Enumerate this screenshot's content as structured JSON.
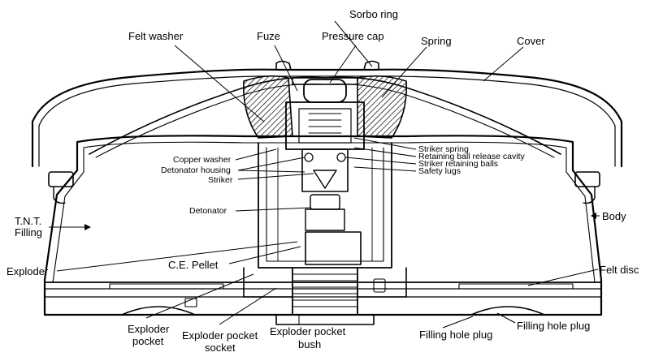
{
  "diagram": {
    "labels": {
      "sorbo_ring": "Sorbo ring",
      "felt_washer": "Felt washer",
      "fuze": "Fuze",
      "pressure_cap": "Pressure cap",
      "spring": "Spring",
      "cover": "Cover",
      "copper_washer": "Copper washer",
      "detonator_housing": "Detonator housing",
      "striker": "Striker",
      "striker_spring": "Striker spring",
      "retaining_ball_release_cavity": "Retaining ball release cavity",
      "striker_retaining_balls": "Striker retaining balls",
      "safety_lugs": "Safety lugs",
      "detonator": "Detonator",
      "tnt_filling_line1": "T.N.T.",
      "tnt_filling_line2": "Filling",
      "body": "Body",
      "ce_pellet": "C.E. Pellet",
      "exploder": "Exploder",
      "felt_disc": "Felt disc",
      "exploder_pocket_line1": "Exploder",
      "exploder_pocket_line2": "pocket",
      "exploder_pocket_socket_line1": "Exploder pocket",
      "exploder_pocket_socket_line2": "socket",
      "exploder_pocket_bush_line1": "Exploder pocket",
      "exploder_pocket_bush_line2": "bush",
      "filling_hole_plug_left": "Filling hole plug",
      "filling_hole_plug_right": "Filling hole plug"
    },
    "colors": {
      "ink": "#000000",
      "background": "#ffffff"
    }
  }
}
